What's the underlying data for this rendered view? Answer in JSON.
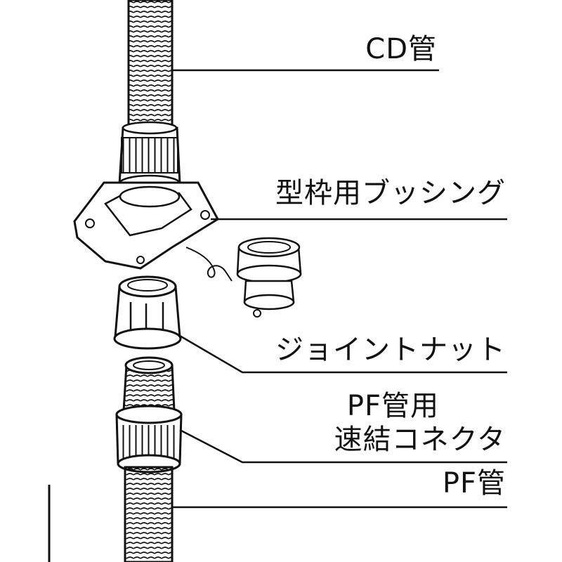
{
  "labels": {
    "cd_pipe": "CD管",
    "bushing": "型枠用ブッシング",
    "joint_nut": "ジョイントナット",
    "pf_connector_line1": "PF管用",
    "pf_connector_line2": "速結コネクタ",
    "pf_pipe": "PF管"
  },
  "colors": {
    "ink": "#111111",
    "background": "#ffffff"
  }
}
